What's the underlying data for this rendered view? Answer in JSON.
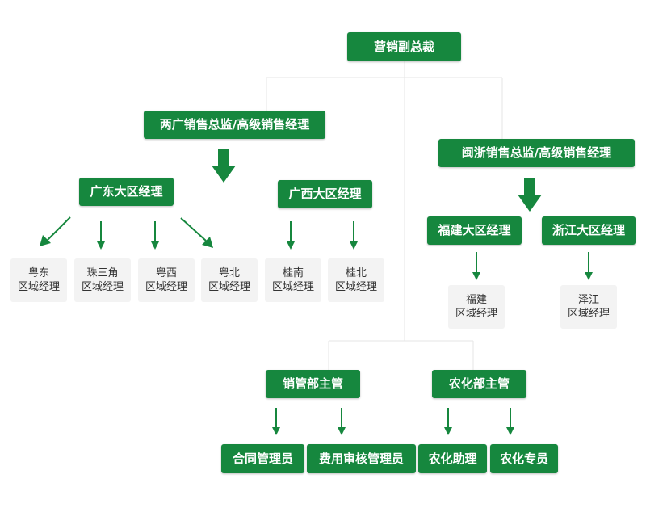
{
  "colors": {
    "node_green": "#16873e",
    "arrow_green": "#16873e",
    "connector_line": "#e6e6e6",
    "leaf_bg": "#f3f3f3",
    "leaf_text": "#333333"
  },
  "nodes": {
    "vp": "营销副总裁",
    "director_guangdong_guangxi": "两广销售总监/高级销售经理",
    "director_fujian_zhejiang": "闽浙销售总监/高级销售经理",
    "region_guangdong": "广东大区经理",
    "region_guangxi": "广西大区经理",
    "region_fujian": "福建大区经理",
    "region_zhejiang": "浙江大区经理",
    "sales_admin_supervisor": "销管部主管",
    "agri_supervisor": "农化部主管",
    "contract_admin": "合同管理员",
    "expense_audit_admin": "费用审核管理员",
    "agri_assistant": "农化助理",
    "agri_specialist": "农化专员"
  },
  "area_managers": {
    "yuedong": [
      "粤东",
      "区域经理"
    ],
    "zhusanjiao": [
      "珠三角",
      "区域经理"
    ],
    "yuexi": [
      "粤西",
      "区域经理"
    ],
    "yuebei": [
      "粤北",
      "区域经理"
    ],
    "guinan": [
      "桂南",
      "区域经理"
    ],
    "guibei": [
      "桂北",
      "区域经理"
    ],
    "fujian": [
      "福建",
      "区域经理"
    ],
    "zejiang": [
      "泽江",
      "区域经理"
    ]
  }
}
